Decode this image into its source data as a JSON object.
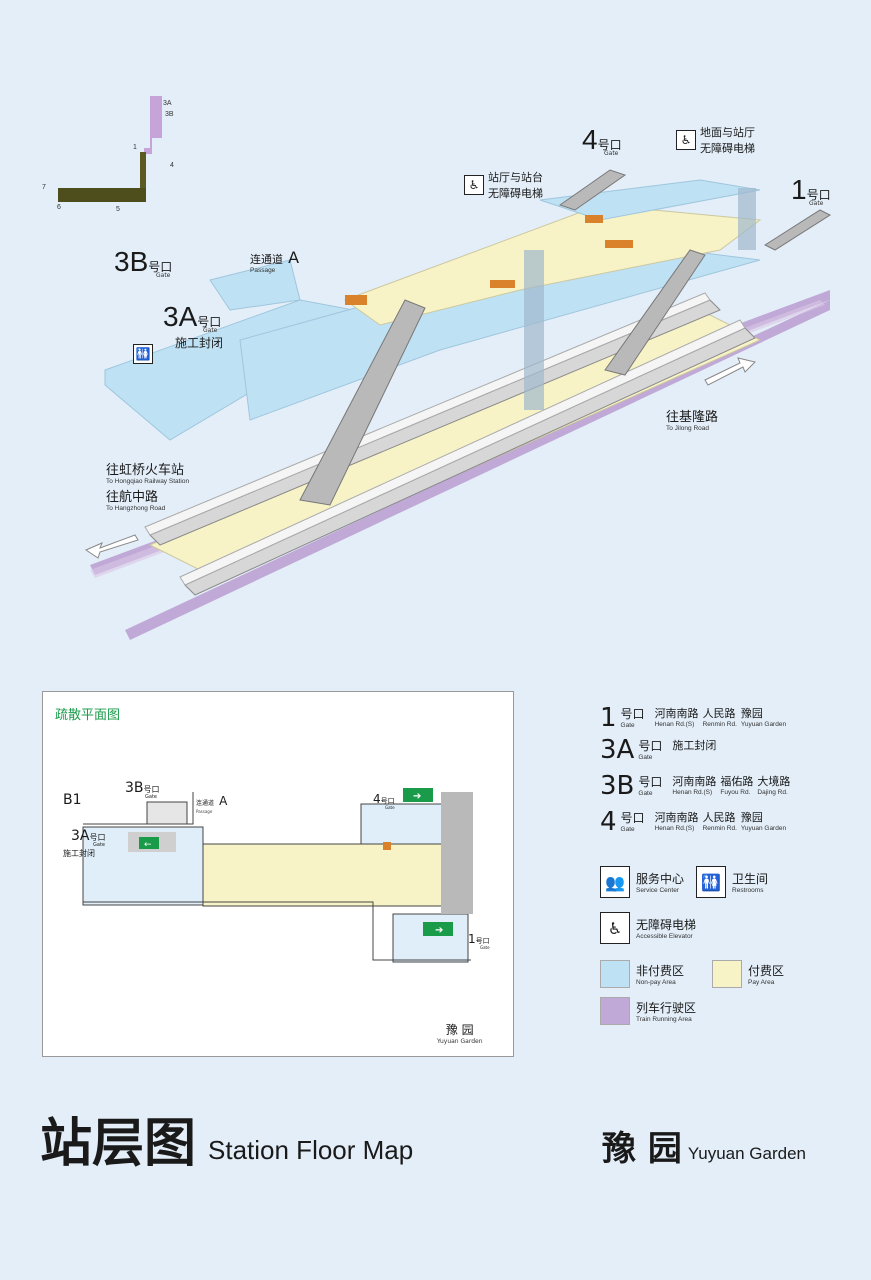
{
  "elevation": {
    "labels": [
      "3A",
      "3B",
      "1",
      "4",
      "7",
      "6",
      "5"
    ]
  },
  "map3d": {
    "gate4": {
      "num": "4",
      "cn": "号口",
      "en": "Gate"
    },
    "gate1": {
      "num": "1",
      "cn": "号口",
      "en": "Gate"
    },
    "gate3b": {
      "num": "3B",
      "cn": "号口",
      "en": "Gate"
    },
    "gate3a": {
      "num": "3A",
      "cn": "号口",
      "en": "Gate",
      "status": "施工封闭"
    },
    "passage": {
      "cn": "连通道",
      "en": "Passage",
      "letter": "A"
    },
    "elev_ground": {
      "line1": "地面与站厅",
      "line2": "无障碍电梯"
    },
    "elev_platform": {
      "line1": "站厅与站台",
      "line2": "无障碍电梯"
    },
    "dir_jilong": {
      "cn": "往基隆路",
      "en": "To Jilong Road"
    },
    "dir_hongqiao": {
      "cn": "往虹桥火车站",
      "en": "To Hongqiao Railway Station"
    },
    "dir_hangzhong": {
      "cn": "往航中路",
      "en": "To Hangzhong Road"
    }
  },
  "plan": {
    "title": "疏散平面图",
    "level": "B1",
    "gate3b": {
      "num": "3B",
      "cn": "号口",
      "en": "Gate"
    },
    "gate3a": {
      "num": "3A",
      "cn": "号口",
      "en": "Gate",
      "status": "施工封闭"
    },
    "gate4": {
      "num": "4",
      "cn": "号口",
      "en": "Gate"
    },
    "gate1": {
      "num": "1",
      "cn": "号口",
      "en": "Gate"
    },
    "passage": {
      "cn": "连通道",
      "en": "Passage",
      "letter": "A"
    },
    "place": {
      "cn": "豫 园",
      "en": "Yuyuan Garden"
    }
  },
  "legend": {
    "gates": [
      {
        "num": "1",
        "cn": "号口",
        "en": "Gate",
        "roads": [
          {
            "cn": "河南南路",
            "en": "Henan Rd.(S)"
          },
          {
            "cn": "人民路",
            "en": "Renmin Rd."
          },
          {
            "cn": "豫园",
            "en": "Yuyuan Garden"
          }
        ]
      },
      {
        "num": "3A",
        "cn": "号口",
        "en": "Gate",
        "roads": [
          {
            "cn": "施工封闭",
            "en": ""
          }
        ]
      },
      {
        "num": "3B",
        "cn": "号口",
        "en": "Gate",
        "roads": [
          {
            "cn": "河南南路",
            "en": "Henan Rd.(S)"
          },
          {
            "cn": "福佑路",
            "en": "Fuyou Rd."
          },
          {
            "cn": "大境路",
            "en": "Dajing Rd."
          }
        ]
      },
      {
        "num": "4",
        "cn": "号口",
        "en": "Gate",
        "roads": [
          {
            "cn": "河南南路",
            "en": "Henan Rd.(S)"
          },
          {
            "cn": "人民路",
            "en": "Renmin Rd."
          },
          {
            "cn": "豫园",
            "en": "Yuyuan Garden"
          }
        ]
      }
    ],
    "service": {
      "cn": "服务中心",
      "en": "Service Center"
    },
    "restroom": {
      "cn": "卫生间",
      "en": "Restrooms"
    },
    "elevator": {
      "cn": "无障碍电梯",
      "en": "Accessible Elevator"
    },
    "nonpay": {
      "cn": "非付费区",
      "en": "Non-pay Area",
      "color": "#bfe1f4"
    },
    "pay": {
      "cn": "付费区",
      "en": "Pay Area",
      "color": "#f7f3c6"
    },
    "train": {
      "cn": "列车行驶区",
      "en": "Train Running Area",
      "color": "#c0a9d6"
    }
  },
  "footer": {
    "title_cn": "站层图",
    "title_en": "Station Floor Map",
    "station_cn": "豫 园",
    "station_en": "Yuyuan Garden"
  },
  "colors": {
    "nonpay": "#bfe1f4",
    "pay": "#f7f3c6",
    "train": "#c0a9d6",
    "exit_green": "#1a9b4a",
    "line_dark": "#4a4a1a",
    "line_purple": "#b596cf"
  }
}
